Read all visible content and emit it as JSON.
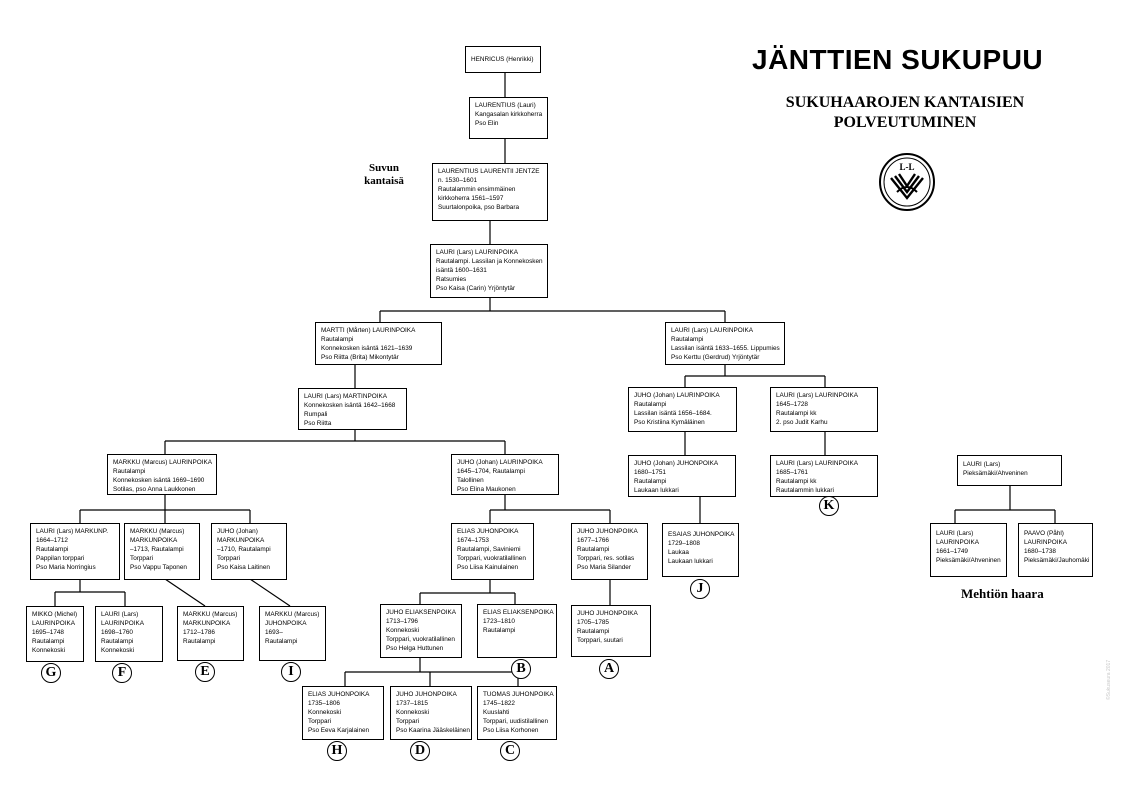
{
  "header": {
    "title": "JÄNTTIEN SUKUPUU",
    "subtitle_lines": [
      "SUKUHAAROJEN KANTAISIEN",
      "POLVEUTUMINEN"
    ],
    "founder_label_lines": [
      "Suvun",
      "kantaisä"
    ],
    "mehtio_label": "Mehtiön haara",
    "logo_letters": "L-L",
    "credit": "©Sukuseura 2017"
  },
  "boxes": {
    "henricus": [
      "HENRICUS (Henrikki)"
    ],
    "laurentius": [
      "LAURENTIUS (Lauri)",
      "Kangasalan kirkkoherra",
      "Pso Elin"
    ],
    "jentze": [
      "LAURENTIUS LAURENTII JENTZE",
      "n. 1530–1601",
      "Rautalammin ensimmäinen",
      "kirkkoherra 1561–1597",
      "Suurtalonpoika, pso Barbara"
    ],
    "lauri1": [
      "LAURI (Lars) LAURINPOIKA",
      "Rautalampi. Lassilan ja Konnekosken",
      "isäntä 1600–1631",
      "Ratsumies",
      "Pso Kaisa (Carin) Yrjöntytär"
    ],
    "martti": [
      "MARTTI (Mårten) LAURINPOIKA",
      "Rautalampi",
      "Konnekosken isäntä 1621–1639",
      "Pso Riitta (Brita) Mikontytär"
    ],
    "lauri_r": [
      "LAURI  (Lars) LAURINPOIKA",
      "Rautalampi",
      "Lassilan isäntä 1633–1655. Lippumies",
      "Pso Kerttu (Gerdrud) Yrjöntytär"
    ],
    "lauri_m": [
      "LAURI (Lars) MARTINPOIKA",
      "Konnekosken isäntä 1642–1668",
      "Rumpali",
      "Pso Riitta"
    ],
    "juho_j": [
      "JUHO (Johan) LAURINPOIKA",
      "Rautalampi",
      "Lassilan isäntä 1656–1684.",
      "Pso Kristiina Kymäläinen"
    ],
    "lauri_1645": [
      "LAURI (Lars) LAURINPOIKA",
      "1645–1728",
      "Rautalampi kk",
      "2. pso Judit Karhu"
    ],
    "markku": [
      "MARKKU (Marcus) LAURINPOIKA",
      "Rautalampi",
      "Konnekosken isäntä 1669–1690",
      "Sotilas, pso Anna Laukkonen"
    ],
    "juho_1645": [
      "JUHO (Johan) LAURINPOIKA",
      "1645–1704, Rautalampi",
      "Talollinen",
      "Pso Elina Maukonen"
    ],
    "juho_jj": [
      "JUHO (Johan) JUHONPOIKA",
      "1680–1751",
      "Rautalampi",
      "Laukaan lukkari"
    ],
    "lauri_1685": [
      "LAURI (Lars) LAURINPOIKA",
      "1685–1761",
      "Rautalampi kk",
      "Rautalammin lukkari"
    ],
    "lauri_mehtio": [
      "LAURI (Lars)",
      "Pieksämäki/Ahveninen"
    ],
    "lauri_markunp": [
      "LAURI (Lars) MARKUNP.",
      "1664–1712",
      "Rautalampi",
      "Pappilan torppari",
      "Pso Maria Norringius"
    ],
    "markku_m": [
      "MARKKU (Marcus)",
      "MARKUNPOIKA",
      "–1713, Rautalampi",
      "Torppari",
      "Pso Vappu Taponen"
    ],
    "juho_markun": [
      "JUHO (Johan)",
      "MARKUNPOIKA",
      "–1710, Rautalampi",
      "Torppari",
      "Pso Kaisa Laitinen"
    ],
    "elias_1674": [
      "ELIAS JUHONPOIKA",
      "1674–1753",
      "Rautalampi, Saviniemi",
      "Torppari, vuokratilallinen",
      "Pso Liisa Kainulainen"
    ],
    "juho_1677": [
      "JUHO JUHONPOIKA",
      "1677–1766",
      "Rautalampi",
      "Torppari, res. sotilas",
      "Pso Maria Silander"
    ],
    "esaias": [
      "ESAIAS JUHONPOIKA",
      "1729–1808",
      "Laukaa",
      "Laukaan lukkari"
    ],
    "lauri_1661": [
      "LAURI (Lars)",
      "LAURINPOIKA",
      "1661–1749",
      "Pieksämäki/Ahveninen"
    ],
    "paavo": [
      "PAAVO (Påhl)",
      "LAURINPOIKA",
      "1680–1738",
      "Pieksämäki/Jauhomäki"
    ],
    "mikko": [
      "MIKKO (Michel)",
      "LAURINPOIKA",
      "1695–1748",
      "Rautalampi",
      "Konnekoski"
    ],
    "lauri_1698": [
      "LAURI (Lars)",
      "LAURINPOIKA",
      "1698–1760",
      "Rautalampi",
      "Konnekoski"
    ],
    "markku_1712": [
      "MARKKU (Marcus)",
      "MARKUNPOIKA",
      "1712–1786",
      "Rautalampi"
    ],
    "markku_1693": [
      "MARKKU (Marcus)",
      "JUHONPOIKA",
      "1693–",
      "Rautalampi"
    ],
    "juho_elias": [
      "JUHO ELIAKSENPOIKA",
      "1713–1796",
      "Konnekoski",
      "Torppari, vuokratilallinen",
      "Pso Helga Huttunen"
    ],
    "elias_elias": [
      "ELIAS ELIAKSENPOIKA",
      "1723–1810",
      "Rautalampi"
    ],
    "juho_1705": [
      "JUHO JUHONPOIKA",
      "1705–1785",
      "Rautalampi",
      "Torppari, suutari"
    ],
    "elias_1735": [
      "ELIAS JUHONPOIKA",
      "1735–1806",
      "Konnekoski",
      "Torppari",
      "Pso Eeva Karjalainen"
    ],
    "juho_1737": [
      "JUHO JUHONPOIKA",
      "1737–1815",
      "Konnekoski",
      "Torppari",
      "Pso Kaarina Jääskeläinen"
    ],
    "tuomas": [
      "TUOMAS JUHONPOIKA",
      "1745–1822",
      "Kuuslahti",
      "Torppari, uudistilallinen",
      "Pso Liisa Korhonen"
    ]
  },
  "badges": {
    "G": "G",
    "F": "F",
    "E": "E",
    "I": "I",
    "B": "B",
    "A": "A",
    "J": "J",
    "K": "K",
    "H": "H",
    "D": "D",
    "C": "C"
  }
}
